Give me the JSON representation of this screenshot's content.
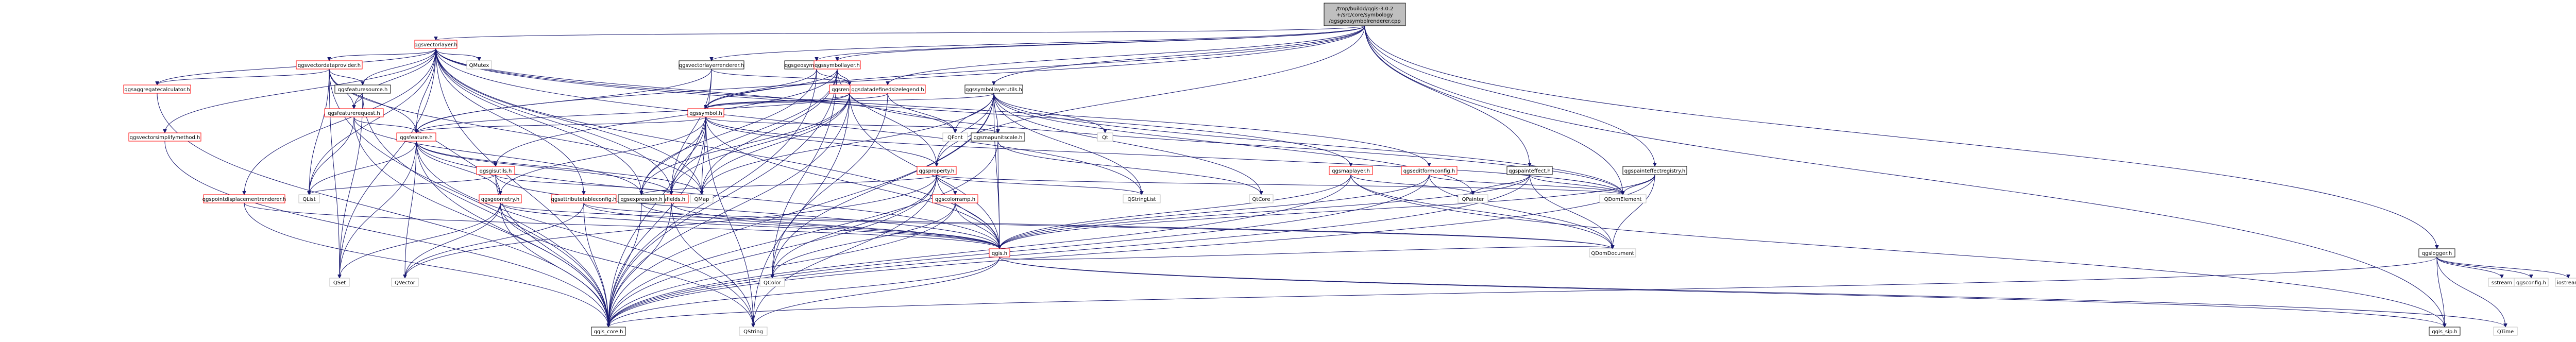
{
  "diagram": {
    "type": "include-dependency-graph",
    "colors": {
      "edge": "#191970",
      "root_fill": "#bfbfbf",
      "linked_border": "#ff0000",
      "plain_border": "#000000",
      "external_border": "#bfbfbf"
    },
    "nodes": [
      {
        "id": "root",
        "lines": [
          "/tmp/buildd/qgis-3.0.2",
          "+/src/core/symbology",
          "/qgsgeosymbolrenderer.cpp"
        ],
        "style": "root"
      },
      {
        "id": "qgsvectorlayer",
        "lines": [
          "qgsvectorlayer.h"
        ],
        "style": "red"
      },
      {
        "id": "qgsvectorlayerrenderer",
        "lines": [
          "qgsvectorlayerrenderer.h"
        ],
        "style": "plain"
      },
      {
        "id": "qgsgeosymbolrenderer",
        "lines": [
          "qgsgeosymbolrenderer.h"
        ],
        "style": "plain"
      },
      {
        "id": "qgssymbollayer",
        "lines": [
          "qgssymbollayer.h"
        ],
        "style": "red"
      },
      {
        "id": "qgssymbollayerutils",
        "lines": [
          "qgssymbollayerutils.h"
        ],
        "style": "plain"
      },
      {
        "id": "qgspainteffect",
        "lines": [
          "qgspainteffect.h"
        ],
        "style": "plain"
      },
      {
        "id": "qgspainteffectregistry",
        "lines": [
          "qgspainteffectregistry.h"
        ],
        "style": "plain"
      },
      {
        "id": "qgsvectordataprovider",
        "lines": [
          "qgsvectordataprovider.h"
        ],
        "style": "red"
      },
      {
        "id": "qmutex",
        "lines": [
          "QMutex"
        ],
        "style": "gray"
      },
      {
        "id": "qgsrenderer",
        "lines": [
          "qgsrenderer.h"
        ],
        "style": "red"
      },
      {
        "id": "qgsdatadefinedsizelegend",
        "lines": [
          "qgsdatadefinedsizelegend.h"
        ],
        "style": "red"
      },
      {
        "id": "qgsaggregatecalculator",
        "lines": [
          "qgsaggregatecalculator.h"
        ],
        "style": "red"
      },
      {
        "id": "qgsfeaturesource",
        "lines": [
          "qgsfeaturesource.h"
        ],
        "style": "plain"
      },
      {
        "id": "qgsfeaturerequest",
        "lines": [
          "qgsfeaturerequest.h"
        ],
        "style": "red"
      },
      {
        "id": "qgssymbol",
        "lines": [
          "qgssymbol.h"
        ],
        "style": "red"
      },
      {
        "id": "qgsvectorsimplifymethod",
        "lines": [
          "qgsvectorsimplifymethod.h"
        ],
        "style": "red"
      },
      {
        "id": "qgsmaplayer",
        "lines": [
          "qgsmaplayer.h"
        ],
        "style": "red"
      },
      {
        "id": "qgseditformconfig",
        "lines": [
          "qgseditformconfig.h"
        ],
        "style": "red"
      },
      {
        "id": "qgsmapunitscale",
        "lines": [
          "qgsmapunitscale.h"
        ],
        "style": "plain"
      },
      {
        "id": "qgsproperty",
        "lines": [
          "qgsproperty.h"
        ],
        "style": "red"
      },
      {
        "id": "qgsfeature",
        "lines": [
          "qgsfeature.h"
        ],
        "style": "red"
      },
      {
        "id": "qgsgisutils",
        "lines": [
          "qgsgisutils.h"
        ],
        "style": "red"
      },
      {
        "id": "qgspointdisplacementrenderer",
        "lines": [
          "qgspointdisplacementrenderer.h"
        ],
        "style": "red"
      },
      {
        "id": "qgsattributetableconfig",
        "lines": [
          "qgsattributetableconfig.h"
        ],
        "style": "red"
      },
      {
        "id": "qgsgeometry",
        "lines": [
          "qgsgeometry.h"
        ],
        "style": "red"
      },
      {
        "id": "qgsfields",
        "lines": [
          "qgsfields.h"
        ],
        "style": "red"
      },
      {
        "id": "qgsexpression",
        "lines": [
          "qgsexpression.h"
        ],
        "style": "plain"
      },
      {
        "id": "qgscolorramp",
        "lines": [
          "qgscolorramp.h"
        ],
        "style": "red"
      },
      {
        "id": "qgis",
        "lines": [
          "qgis.h"
        ],
        "style": "red"
      },
      {
        "id": "qgslogger",
        "lines": [
          "qgslogger.h"
        ],
        "style": "plain"
      },
      {
        "id": "qfont",
        "lines": [
          "QFont"
        ],
        "style": "gray"
      },
      {
        "id": "qt",
        "lines": [
          "Qt"
        ],
        "style": "gray"
      },
      {
        "id": "qtcore",
        "lines": [
          "QtCore"
        ],
        "style": "gray"
      },
      {
        "id": "qstringlist",
        "lines": [
          "QStringList"
        ],
        "style": "gray"
      },
      {
        "id": "qpainter",
        "lines": [
          "QPainter"
        ],
        "style": "gray"
      },
      {
        "id": "qdomelement",
        "lines": [
          "QDomElement"
        ],
        "style": "gray"
      },
      {
        "id": "qdomdocument",
        "lines": [
          "QDomDocument"
        ],
        "style": "gray"
      },
      {
        "id": "qlist",
        "lines": [
          "QList"
        ],
        "style": "gray"
      },
      {
        "id": "qset",
        "lines": [
          "QSet"
        ],
        "style": "gray"
      },
      {
        "id": "qvector",
        "lines": [
          "QVector"
        ],
        "style": "gray"
      },
      {
        "id": "qmap",
        "lines": [
          "QMap"
        ],
        "style": "gray"
      },
      {
        "id": "qcolor",
        "lines": [
          "QColor"
        ],
        "style": "gray"
      },
      {
        "id": "qstring",
        "lines": [
          "QString"
        ],
        "style": "gray"
      },
      {
        "id": "qgis_core",
        "lines": [
          "qgis_core.h"
        ],
        "style": "plain"
      },
      {
        "id": "qgis_sip",
        "lines": [
          "qgis_sip.h"
        ],
        "style": "plain"
      },
      {
        "id": "qtime",
        "lines": [
          "QTime"
        ],
        "style": "gray"
      },
      {
        "id": "sstream",
        "lines": [
          "sstream"
        ],
        "style": "gray"
      },
      {
        "id": "qgsconfig",
        "lines": [
          "qgsconfig.h"
        ],
        "style": "gray"
      },
      {
        "id": "iostream",
        "lines": [
          "iostream"
        ],
        "style": "gray"
      }
    ],
    "edges": [
      [
        "root",
        "qgsvectorlayer"
      ],
      [
        "root",
        "qgsvectorlayerrenderer"
      ],
      [
        "root",
        "qgsgeosymbolrenderer"
      ],
      [
        "root",
        "qgssymbollayer"
      ],
      [
        "root",
        "qgssymbollayerutils"
      ],
      [
        "root",
        "qgspainteffect"
      ],
      [
        "root",
        "qgspainteffectregistry"
      ],
      [
        "root",
        "qgslogger"
      ],
      [
        "root",
        "qgsdatadefinedsizelegend"
      ],
      [
        "root",
        "qgsfeature"
      ],
      [
        "root",
        "qgssymbol"
      ],
      [
        "root",
        "qgsproperty"
      ],
      [
        "root",
        "qgis_sip"
      ],
      [
        "root",
        "qdomelement"
      ],
      [
        "qgsvectorlayer",
        "qgsvectordataprovider"
      ],
      [
        "qgsvectorlayer",
        "qmutex"
      ],
      [
        "qgsvectorlayer",
        "qgsaggregatecalculator"
      ],
      [
        "qgsvectorlayer",
        "qgsfeaturesource"
      ],
      [
        "qgsvectorlayer",
        "qgsfeaturerequest"
      ],
      [
        "qgsvectorlayer",
        "qgsvectorsimplifymethod"
      ],
      [
        "qgsvectorlayer",
        "qgsmaplayer"
      ],
      [
        "qgsvectorlayer",
        "qgseditformconfig"
      ],
      [
        "qgsvectorlayer",
        "qgsfeature"
      ],
      [
        "qgsvectorlayer",
        "qgsattributetableconfig"
      ],
      [
        "qgsvectorlayer",
        "qgsfields"
      ],
      [
        "qgsvectorlayer",
        "qgsexpression"
      ],
      [
        "qgsvectorlayer",
        "qgis_core"
      ],
      [
        "qgsvectorlayer",
        "qlist"
      ],
      [
        "qgsvectorlayer",
        "qmap"
      ],
      [
        "qgsvectorlayer",
        "qset"
      ],
      [
        "qgsvectorlayer",
        "qstringlist"
      ],
      [
        "qgsvectorlayer",
        "qfont"
      ],
      [
        "qgsvectorlayer",
        "qgis"
      ],
      [
        "qgsvectorlayer",
        "qgspointdisplacementrenderer"
      ],
      [
        "qgsvectorlayerrenderer",
        "qgsrenderer"
      ],
      [
        "qgsvectorlayerrenderer",
        "qgsfeature"
      ],
      [
        "qgsvectorlayerrenderer",
        "qgsfields"
      ],
      [
        "qgsvectorlayerrenderer",
        "qgis_core"
      ],
      [
        "qgsgeosymbolrenderer",
        "qgsrenderer"
      ],
      [
        "qgsgeosymbolrenderer",
        "qgssymbol"
      ],
      [
        "qgsgeosymbolrenderer",
        "qgsexpression"
      ],
      [
        "qgsgeosymbolrenderer",
        "qgis_core"
      ],
      [
        "qgssymbollayer",
        "qgsrenderer"
      ],
      [
        "qgssymbollayer",
        "qgssymbol"
      ],
      [
        "qgssymbollayer",
        "qgsproperty"
      ],
      [
        "qgssymbollayer",
        "qgsgisutils"
      ],
      [
        "qgssymbollayer",
        "qgsfields"
      ],
      [
        "qgssymbollayer",
        "qmap"
      ],
      [
        "qgssymbollayer",
        "qcolor"
      ],
      [
        "qgssymbollayer",
        "qgis_core"
      ],
      [
        "qgssymbollayerutils",
        "qgssymbol"
      ],
      [
        "qgssymbollayerutils",
        "qgsmapunitscale"
      ],
      [
        "qgssymbollayerutils",
        "qgsproperty"
      ],
      [
        "qgssymbollayerutils",
        "qfont"
      ],
      [
        "qgssymbollayerutils",
        "qt"
      ],
      [
        "qgssymbollayerutils",
        "qtcore"
      ],
      [
        "qgssymbollayerutils",
        "qpainter"
      ],
      [
        "qgssymbollayerutils",
        "qdomelement"
      ],
      [
        "qgssymbollayerutils",
        "qmap"
      ],
      [
        "qgssymbollayerutils",
        "qcolor"
      ],
      [
        "qgssymbollayerutils",
        "qgis_core"
      ],
      [
        "qgssymbollayerutils",
        "qgis"
      ],
      [
        "qgssymbollayerutils",
        "qstringlist"
      ],
      [
        "qgspainteffect",
        "qpainter"
      ],
      [
        "qgspainteffect",
        "qdomelement"
      ],
      [
        "qgspainteffect",
        "qdomdocument"
      ],
      [
        "qgspainteffect",
        "qgis"
      ],
      [
        "qgspainteffect",
        "qgis_core"
      ],
      [
        "qgspainteffectregistry",
        "qdomelement"
      ],
      [
        "qgspainteffectregistry",
        "qdomdocument"
      ],
      [
        "qgspainteffectregistry",
        "qgis"
      ],
      [
        "qgspainteffectregistry",
        "qgis_core"
      ],
      [
        "qgsvectordataprovider",
        "qgsfeaturesource"
      ],
      [
        "qgsvectordataprovider",
        "qgsfeaturerequest"
      ],
      [
        "qgsvectordataprovider",
        "qgsfeature"
      ],
      [
        "qgsvectordataprovider",
        "qgsaggregatecalculator"
      ],
      [
        "qgsvectordataprovider",
        "qgis_core"
      ],
      [
        "qgsvectordataprovider",
        "qset"
      ],
      [
        "qgsvectordataprovider",
        "qmap"
      ],
      [
        "qgsvectordataprovider",
        "qlist"
      ],
      [
        "qgsrenderer",
        "qgssymbol"
      ],
      [
        "qgsrenderer",
        "qgsfields"
      ],
      [
        "qgsrenderer",
        "qgsfeature"
      ],
      [
        "qgsrenderer",
        "qgsexpression"
      ],
      [
        "qgsrenderer",
        "qstring"
      ],
      [
        "qgsrenderer",
        "qdomelement"
      ],
      [
        "qgsrenderer",
        "qgis_core"
      ],
      [
        "qgsrenderer",
        "qgis"
      ],
      [
        "qgsrenderer",
        "qmap"
      ],
      [
        "qgsdatadefinedsizelegend",
        "qgssymbol"
      ],
      [
        "qgsdatadefinedsizelegend",
        "qcolor"
      ],
      [
        "qgsdatadefinedsizelegend",
        "qfont"
      ],
      [
        "qgsaggregatecalculator",
        "qgis_core"
      ],
      [
        "qgsfeaturesource",
        "qgsfeaturerequest"
      ],
      [
        "qgsfeaturesource",
        "qgis_core"
      ],
      [
        "qgsfeaturesource",
        "qset"
      ],
      [
        "qgsfeaturerequest",
        "qgsfeature"
      ],
      [
        "qgsfeaturerequest",
        "qgis_core"
      ],
      [
        "qgsfeaturerequest",
        "qlist"
      ],
      [
        "qgsfeaturerequest",
        "qgsexpression"
      ],
      [
        "qgssymbol",
        "qgsmapunitscale"
      ],
      [
        "qgssymbol",
        "qgsproperty"
      ],
      [
        "qgssymbol",
        "qgsfields"
      ],
      [
        "qgssymbol",
        "qgis"
      ],
      [
        "qgssymbol",
        "qgis_core"
      ],
      [
        "qgssymbol",
        "qmap"
      ],
      [
        "qgssymbol",
        "qdomelement"
      ],
      [
        "qgssymbol",
        "qgsfeature"
      ],
      [
        "qgssymbol",
        "qgsgeometry"
      ],
      [
        "qgssymbol",
        "qstring"
      ],
      [
        "qgssymbol",
        "qgsexpression"
      ],
      [
        "qgsvectorsimplifymethod",
        "qgis_core"
      ],
      [
        "qgsmaplayer",
        "qgis"
      ],
      [
        "qgsmaplayer",
        "qpainter"
      ],
      [
        "qgsmaplayer",
        "qdomdocument"
      ],
      [
        "qgsmaplayer",
        "qgis_core"
      ],
      [
        "qgsmaplayer",
        "qgis_sip"
      ],
      [
        "qgseditformconfig",
        "qgis"
      ],
      [
        "qgseditformconfig",
        "qdomelement"
      ],
      [
        "qgseditformconfig",
        "qdomdocument"
      ],
      [
        "qgseditformconfig",
        "qgis_core"
      ],
      [
        "qgsmapunitscale",
        "qgis"
      ],
      [
        "qgsmapunitscale",
        "qtcore"
      ],
      [
        "qgsmapunitscale",
        "qgis_core"
      ],
      [
        "qgsproperty",
        "qgscolorramp"
      ],
      [
        "qgsproperty",
        "qgsexpression"
      ],
      [
        "qgsproperty",
        "qvector"
      ],
      [
        "qgsproperty",
        "qcolor"
      ],
      [
        "qgsproperty",
        "qstringlist"
      ],
      [
        "qgsproperty",
        "qdomelement"
      ],
      [
        "qgsproperty",
        "qgis"
      ],
      [
        "qgsproperty",
        "qgis_core"
      ],
      [
        "qgsproperty",
        "qstring"
      ],
      [
        "qgsfeature",
        "qgsfields"
      ],
      [
        "qgsfeature",
        "qgsgeometry"
      ],
      [
        "qgsfeature",
        "qgis_core"
      ],
      [
        "qgsfeature",
        "qlist"
      ],
      [
        "qgsfeature",
        "qmap"
      ],
      [
        "qgsfeature",
        "qset"
      ],
      [
        "qgsfeature",
        "qvector"
      ],
      [
        "qgsfeature",
        "qstring"
      ],
      [
        "qgsfeature",
        "qgis"
      ],
      [
        "qgsgisutils",
        "qgsfeature"
      ],
      [
        "qgsgisutils",
        "qgsgeometry"
      ],
      [
        "qgsgisutils",
        "qgis_core"
      ],
      [
        "qgsgisutils",
        "qlist"
      ],
      [
        "qgsgisutils",
        "qgsfields"
      ],
      [
        "qgsgisutils",
        "qgis"
      ],
      [
        "qgspointdisplacementrenderer",
        "qgis_core"
      ],
      [
        "qgspointdisplacementrenderer",
        "qgis"
      ],
      [
        "qgsattributetableconfig",
        "qgis_core"
      ],
      [
        "qgsattributetableconfig",
        "qvector"
      ],
      [
        "qgsattributetableconfig",
        "qgis"
      ],
      [
        "qgsattributetableconfig",
        "qdomdocument"
      ],
      [
        "qgsgeometry",
        "qgis_core"
      ],
      [
        "qgsgeometry",
        "qgis"
      ],
      [
        "qgsgeometry",
        "qvector"
      ],
      [
        "qgsgeometry",
        "qset"
      ],
      [
        "qgsgeometry",
        "qstring"
      ],
      [
        "qgsgeometry",
        "qdomdocument"
      ],
      [
        "qgsfields",
        "qgis_core"
      ],
      [
        "qgsfields",
        "qstring"
      ],
      [
        "qgsfields",
        "qgis"
      ],
      [
        "qgsexpression",
        "qgis"
      ],
      [
        "qgsexpression",
        "qgis_core"
      ],
      [
        "qgscolorramp",
        "qcolor"
      ],
      [
        "qgscolorramp",
        "qgis"
      ],
      [
        "qgscolorramp",
        "qgis_core"
      ],
      [
        "qgis",
        "qgis_core"
      ],
      [
        "qgis",
        "qgis_sip"
      ],
      [
        "qgis",
        "qstring"
      ],
      [
        "qgis",
        "qdomdocument"
      ],
      [
        "qgis",
        "qtime"
      ],
      [
        "qgslogger",
        "qgis_core"
      ],
      [
        "qgslogger",
        "qgis_sip"
      ],
      [
        "qgslogger",
        "qtime"
      ],
      [
        "qgslogger",
        "sstream"
      ],
      [
        "qgslogger",
        "qgsconfig"
      ],
      [
        "qgslogger",
        "iostream"
      ]
    ]
  }
}
